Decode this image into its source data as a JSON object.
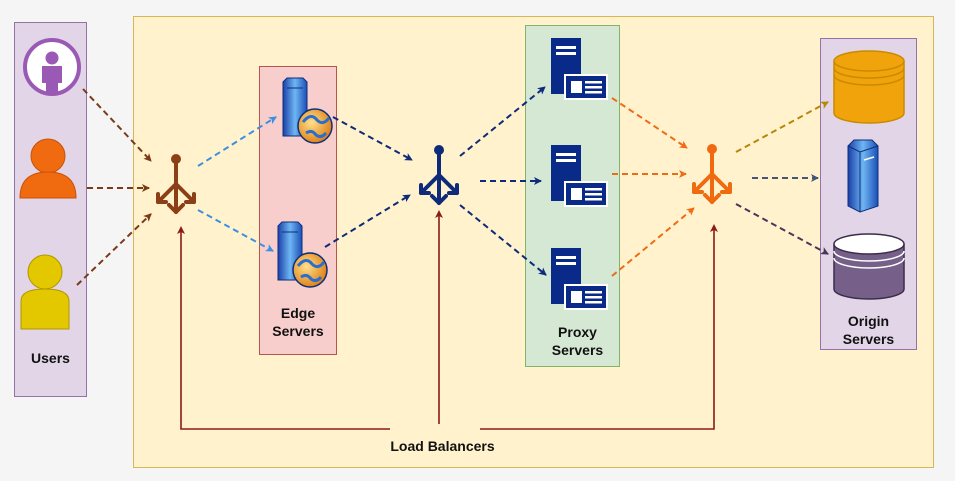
{
  "labels": {
    "users": "Users",
    "edge_servers": "Edge\nServers",
    "proxy_servers": "Proxy\nServers",
    "origin_servers": "Origin\nServers",
    "load_balancers": "Load Balancers"
  },
  "colors": {
    "users_purple": "#9b59b6",
    "users_orange": "#f06a0f",
    "users_yellow": "#e3c800",
    "lb_brown": "#8b3f17",
    "lb_navy": "#0e2a7a",
    "lb_orange": "#f06a0f",
    "edge_arrow": "#3d8fe0",
    "proxy_arrow": "#ee6c16",
    "origin_top": "#f0a30a",
    "origin_bottom": "#76608a"
  },
  "icons": [
    "user-icon",
    "server-globe-icon",
    "load-balancer-icon",
    "proxy-server-icon",
    "database-icon",
    "server-icon"
  ]
}
